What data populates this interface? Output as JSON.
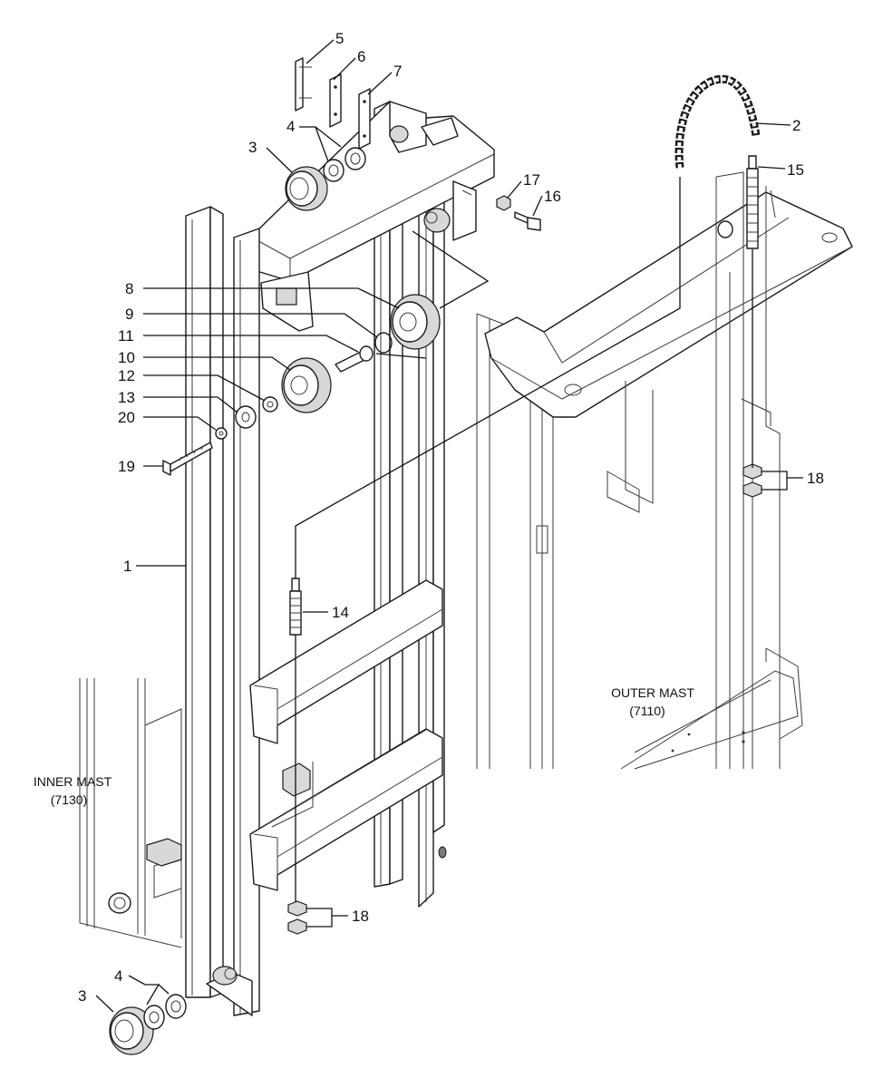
{
  "labels": {
    "1": "1",
    "2": "2",
    "3a": "3",
    "3b": "3",
    "4a": "4",
    "4b": "4",
    "5": "5",
    "6": "6",
    "7": "7",
    "8": "8",
    "9": "9",
    "10": "10",
    "11": "11",
    "12": "12",
    "13": "13",
    "14": "14",
    "15": "15",
    "16": "16",
    "17": "17",
    "18a": "18",
    "18b": "18",
    "19": "19",
    "20": "20"
  },
  "captions": {
    "outer_mast_title": "OUTER MAST",
    "outer_mast_code": "(7110)",
    "inner_mast_title": "INNER MAST",
    "inner_mast_code": "(7130)"
  }
}
